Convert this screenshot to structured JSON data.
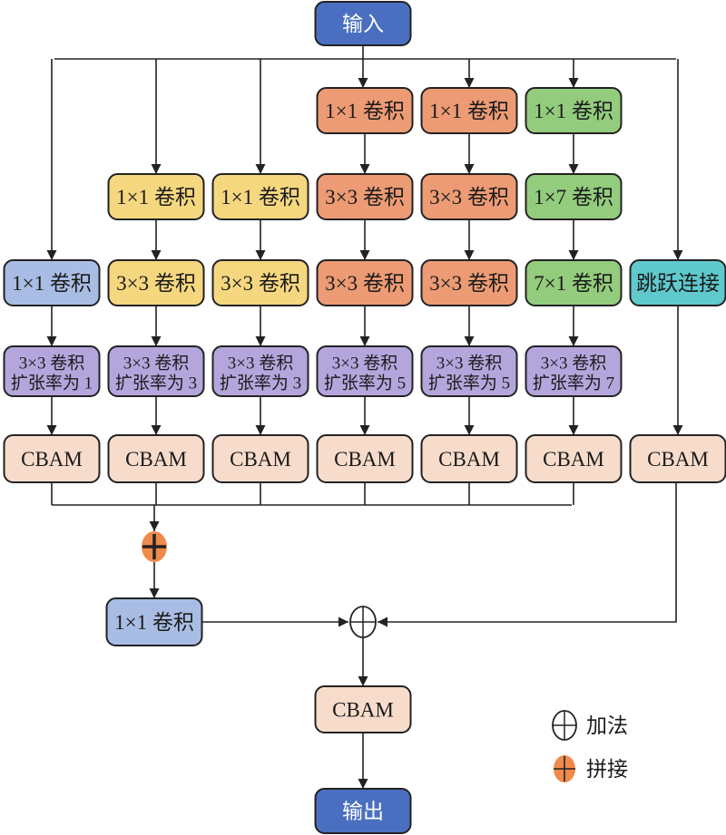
{
  "colors": {
    "io": "#4a6fc0",
    "blue": "#a9bde4",
    "yellow": "#f5d77f",
    "orange": "#ec9b74",
    "green": "#93cc7d",
    "purple": "#b4a6dc",
    "cyan": "#5fc9cc",
    "cbam": "#f7dccb",
    "concat": "#f08a4b"
  },
  "input": {
    "label": "输入"
  },
  "output": {
    "label": "输出"
  },
  "branches": [
    {
      "layers": [
        {
          "lines": [
            "1×1 卷积"
          ],
          "color": "blue"
        },
        {
          "lines": [
            "3×3 卷积",
            "扩张率为 1"
          ],
          "color": "purple"
        },
        {
          "lines": [
            "CBAM"
          ],
          "color": "cbam"
        }
      ]
    },
    {
      "layers": [
        {
          "lines": [
            "1×1 卷积"
          ],
          "color": "yellow"
        },
        {
          "lines": [
            "3×3 卷积"
          ],
          "color": "yellow"
        },
        {
          "lines": [
            "3×3 卷积",
            "扩张率为 3"
          ],
          "color": "purple"
        },
        {
          "lines": [
            "CBAM"
          ],
          "color": "cbam"
        }
      ]
    },
    {
      "layers": [
        {
          "lines": [
            "1×1 卷积"
          ],
          "color": "yellow"
        },
        {
          "lines": [
            "3×3 卷积"
          ],
          "color": "yellow"
        },
        {
          "lines": [
            "3×3 卷积",
            "扩张率为 3"
          ],
          "color": "purple"
        },
        {
          "lines": [
            "CBAM"
          ],
          "color": "cbam"
        }
      ]
    },
    {
      "layers": [
        {
          "lines": [
            "1×1 卷积"
          ],
          "color": "orange"
        },
        {
          "lines": [
            "3×3 卷积"
          ],
          "color": "orange"
        },
        {
          "lines": [
            "3×3 卷积"
          ],
          "color": "orange"
        },
        {
          "lines": [
            "3×3 卷积",
            "扩张率为 5"
          ],
          "color": "purple"
        },
        {
          "lines": [
            "CBAM"
          ],
          "color": "cbam"
        }
      ]
    },
    {
      "layers": [
        {
          "lines": [
            "1×1 卷积"
          ],
          "color": "orange"
        },
        {
          "lines": [
            "3×3 卷积"
          ],
          "color": "orange"
        },
        {
          "lines": [
            "3×3 卷积"
          ],
          "color": "orange"
        },
        {
          "lines": [
            "3×3 卷积",
            "扩张率为 5"
          ],
          "color": "purple"
        },
        {
          "lines": [
            "CBAM"
          ],
          "color": "cbam"
        }
      ]
    },
    {
      "layers": [
        {
          "lines": [
            "1×1 卷积"
          ],
          "color": "green"
        },
        {
          "lines": [
            "1×7 卷积"
          ],
          "color": "green"
        },
        {
          "lines": [
            "7×1 卷积"
          ],
          "color": "green"
        },
        {
          "lines": [
            "3×3 卷积",
            "扩张率为 7"
          ],
          "color": "purple"
        },
        {
          "lines": [
            "CBAM"
          ],
          "color": "cbam"
        }
      ]
    },
    {
      "layers": [
        {
          "lines": [
            "跳跃连接"
          ],
          "color": "cyan"
        },
        {
          "lines": [
            "CBAM"
          ],
          "color": "cbam"
        }
      ]
    }
  ],
  "fusion_conv": {
    "label": "1×1 卷积"
  },
  "final_cbam": {
    "label": "CBAM"
  },
  "legend": {
    "add_label": "加法",
    "concat_label": "拼接"
  }
}
